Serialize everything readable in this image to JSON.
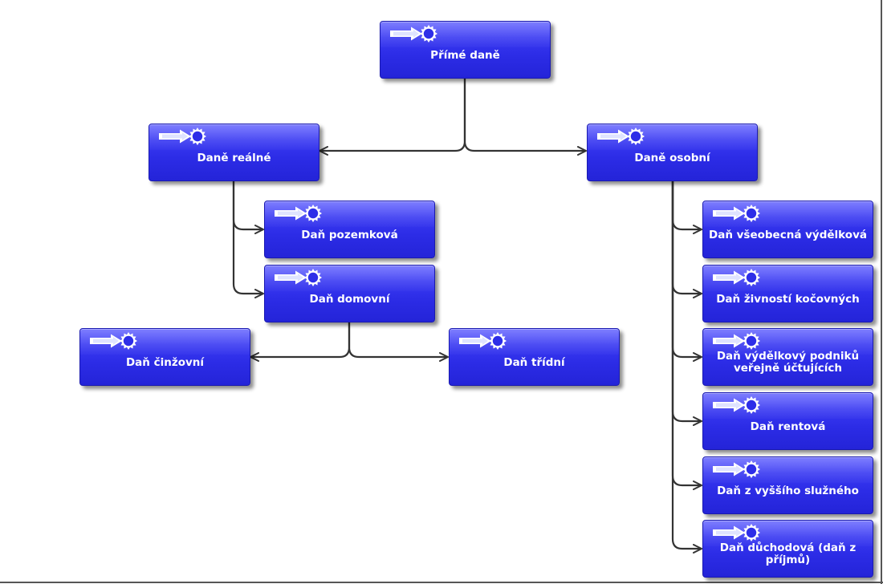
{
  "diagram": {
    "nodes": [
      {
        "id": "prime-dane",
        "label": "Přímé daně",
        "icon": "arrow-sun-icon"
      },
      {
        "id": "dane-realne",
        "label": "Daně reálné",
        "icon": "arrow-sun-icon"
      },
      {
        "id": "dane-osobni",
        "label": "Daně osobní",
        "icon": "arrow-sun-icon"
      },
      {
        "id": "dan-pozemkova",
        "label": "Daň pozemková",
        "icon": "arrow-sun-icon"
      },
      {
        "id": "dan-domovni",
        "label": "Daň domovní",
        "icon": "arrow-sun-icon"
      },
      {
        "id": "dan-cinzovni",
        "label": "Daň činžovní",
        "icon": "arrow-sun-icon"
      },
      {
        "id": "dan-tridni",
        "label": "Daň třídní",
        "icon": "arrow-sun-icon"
      },
      {
        "id": "dan-vseobecna",
        "label": "Daň všeobecná výdělková",
        "icon": "arrow-sun-icon"
      },
      {
        "id": "dan-zivnosti",
        "label": "Daň živností kočovných",
        "icon": "arrow-sun-icon"
      },
      {
        "id": "dan-vydelkovy",
        "label": "Daň výdělkový podniků veřejně účtujících",
        "icon": "arrow-sun-icon"
      },
      {
        "id": "dan-rentova",
        "label": "Daň rentová",
        "icon": "arrow-sun-icon"
      },
      {
        "id": "dan-vyssiho",
        "label": "Daň z vyššího služného",
        "icon": "arrow-sun-icon"
      },
      {
        "id": "dan-duchodova",
        "label": "Daň důchodová (daň z příjmů)",
        "icon": "arrow-sun-icon"
      }
    ],
    "edges": [
      {
        "from": "prime-dane",
        "to": "dane-realne"
      },
      {
        "from": "prime-dane",
        "to": "dane-osobni"
      },
      {
        "from": "dane-realne",
        "to": "dan-pozemkova"
      },
      {
        "from": "dane-realne",
        "to": "dan-domovni"
      },
      {
        "from": "dan-domovni",
        "to": "dan-cinzovni"
      },
      {
        "from": "dan-domovni",
        "to": "dan-tridni"
      },
      {
        "from": "dane-osobni",
        "to": "dan-vseobecna"
      },
      {
        "from": "dane-osobni",
        "to": "dan-zivnosti"
      },
      {
        "from": "dane-osobni",
        "to": "dan-vydelkovy"
      },
      {
        "from": "dane-osobni",
        "to": "dan-rentova"
      },
      {
        "from": "dane-osobni",
        "to": "dan-vyssiho"
      },
      {
        "from": "dane-osobni",
        "to": "dan-duchodova"
      }
    ],
    "colors": {
      "node_fill": "#2e2ee8",
      "node_border": "#1a1ab0",
      "text": "#ffffff",
      "connector": "#333333"
    }
  }
}
